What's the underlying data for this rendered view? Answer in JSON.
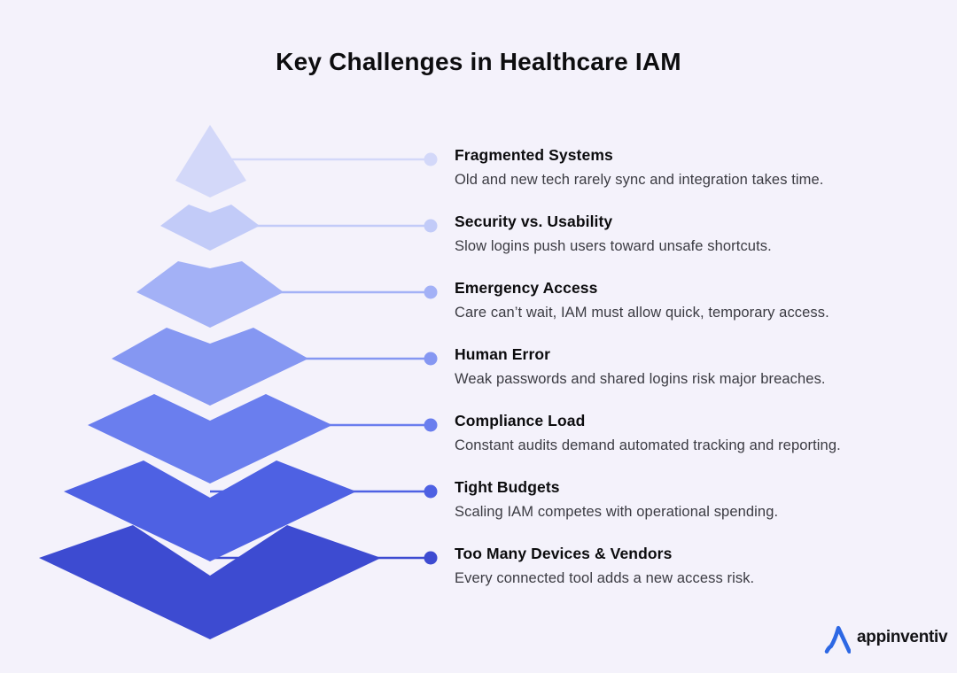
{
  "diagram": {
    "title": "Key Challenges in Healthcare IAM",
    "layers": [
      {
        "rank": 1,
        "title": "Fragmented Systems",
        "description": "Old and new tech rarely sync and integration takes time.",
        "color": "#D3D8F9"
      },
      {
        "rank": 2,
        "title": "Security vs. Usability",
        "description": "Slow logins push users toward unsafe shortcuts.",
        "color": "#C2CBF8"
      },
      {
        "rank": 3,
        "title": "Emergency Access",
        "description": "Care can’t wait, IAM must allow quick, temporary access.",
        "color": "#A3B1F6"
      },
      {
        "rank": 4,
        "title": "Human Error",
        "description": "Weak passwords and shared logins risk major breaches.",
        "color": "#8597F2"
      },
      {
        "rank": 5,
        "title": "Compliance Load",
        "description": "Constant audits demand automated tracking and reporting.",
        "color": "#6A7EEE"
      },
      {
        "rank": 6,
        "title": "Tight Budgets",
        "description": "Scaling IAM competes with operational spending.",
        "color": "#4E61E3"
      },
      {
        "rank": 7,
        "title": "Too Many Devices & Vendors",
        "description": "Every connected tool adds a new access risk.",
        "color": "#3D4BD1"
      }
    ]
  },
  "brand": {
    "name": "appinventiv",
    "mark_color": "#2D68E4",
    "text_color": "#131316"
  },
  "colors": {
    "background": "#F4F2FB",
    "title_text": "#0D0D0F",
    "item_title_text": "#0C0C0E",
    "item_desc_text": "#3B3B42"
  }
}
